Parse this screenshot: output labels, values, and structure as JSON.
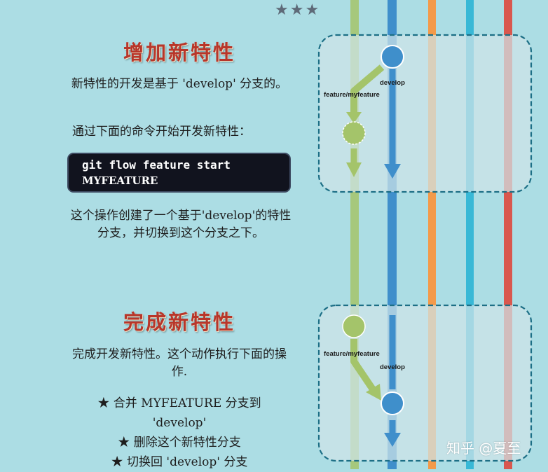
{
  "stars": "★★★",
  "section1": {
    "title": "增加新特性",
    "intro": "新特性的开发是基于 'develop' 分支的。",
    "prompt": "通过下面的命令开始开发新特性：",
    "command_line1": "git flow feature start",
    "command_line2": "MYFEATURE",
    "result": "这个操作创建了一个基于'develop'的特性分支，并切换到这个分支之下。"
  },
  "section2": {
    "title": "完成新特性",
    "intro": "完成开发新特性。这个动作执行下面的操作.",
    "items": [
      "★ 合并 MYFEATURE 分支到 'develop'",
      "★ 删除这个新特性分支",
      "★ 切换回 'develop' 分支"
    ]
  },
  "diagram": {
    "develop_label": "develop",
    "feature_label": "feature/myfeature",
    "colors": {
      "feature": "#a4c46a",
      "develop": "#3f8fcb",
      "release": "#f39a4a",
      "hotfix": "#38b8d6",
      "master": "#d9574e",
      "box_border": "#1d6f86"
    }
  },
  "watermark": "知乎 @夏至"
}
